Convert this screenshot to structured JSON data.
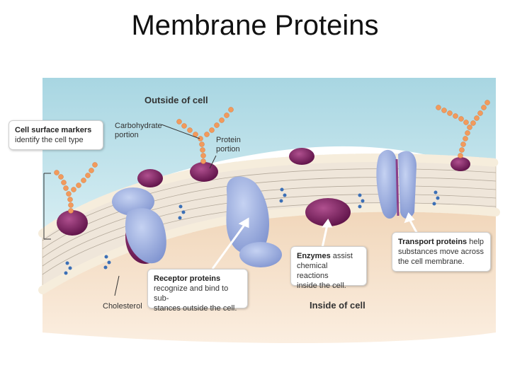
{
  "slide": {
    "title": "Membrane Proteins"
  },
  "regions": {
    "outside": "Outside of cell",
    "inside": "Inside of cell"
  },
  "labels": {
    "carbohydrate_line1": "Carbohydrate",
    "carbohydrate_line2": "portion",
    "protein_line1": "Protein",
    "protein_line2": "portion",
    "cholesterol": "Cholesterol"
  },
  "callouts": {
    "surface_markers": {
      "lead": "Cell surface markers",
      "rest1": "identify the cell type"
    },
    "receptor": {
      "lead": "Receptor proteins",
      "rest1": "recognize and bind to sub-",
      "rest2": "stances outside the cell."
    },
    "enzymes": {
      "lead": "Enzymes",
      "rest1": " assist",
      "rest2": "chemical reactions",
      "rest3": "inside the cell."
    },
    "transport": {
      "lead": "Transport proteins",
      "rest1": " help",
      "rest2": "substances move across",
      "rest3": "the cell membrane."
    }
  },
  "colors": {
    "outside_fluid": "#b9dde6",
    "inside_cytoplasm": "#f3dcc4",
    "lipid_head": "#f4ead8",
    "glycoprotein": "#7a1f5e",
    "membrane_protein": "#9aaee0",
    "carbohydrate_bead": "#f29a5c"
  }
}
